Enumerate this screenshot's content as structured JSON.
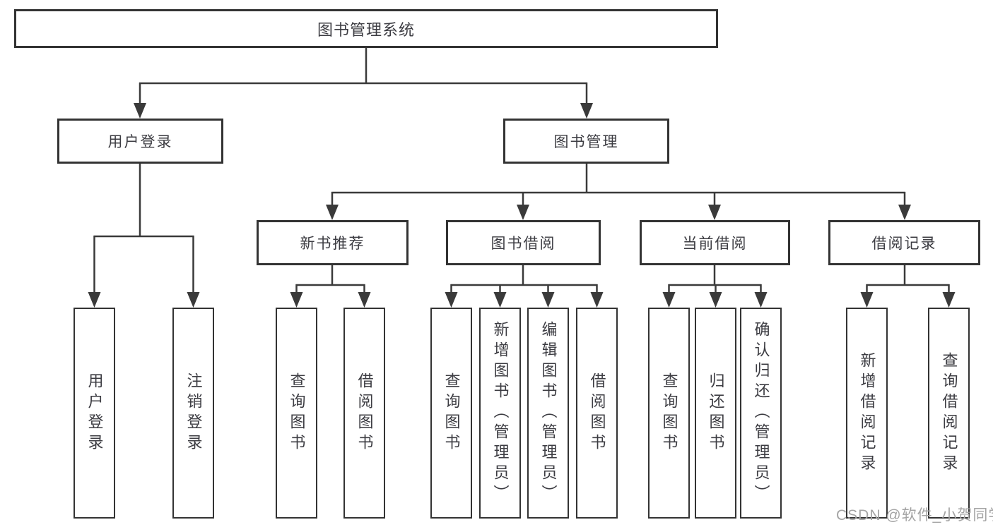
{
  "diagram_type": "hierarchy-tree",
  "tree": {
    "label": "图书管理系统",
    "children": [
      {
        "label": "用户登录",
        "children": [
          {
            "label": "用户登录"
          },
          {
            "label": "注销登录"
          }
        ]
      },
      {
        "label": "图书管理",
        "children": [
          {
            "label": "新书推荐",
            "children": [
              {
                "label": "查询图书"
              },
              {
                "label": "借阅图书"
              }
            ]
          },
          {
            "label": "图书借阅",
            "children": [
              {
                "label": "查询图书"
              },
              {
                "label": "新增图书（管理员）"
              },
              {
                "label": "编辑图书（管理员）"
              },
              {
                "label": "借阅图书"
              }
            ]
          },
          {
            "label": "当前借阅",
            "children": [
              {
                "label": "查询图书"
              },
              {
                "label": "归还图书"
              },
              {
                "label": "确认归还（管理员）"
              }
            ]
          },
          {
            "label": "借阅记录",
            "children": [
              {
                "label": "新增借阅记录"
              },
              {
                "label": "查询借阅记录"
              }
            ]
          }
        ]
      }
    ]
  },
  "watermark": "CSDN @软件_小贺同学",
  "colors": {
    "line": "#3a3a3a",
    "box_border": "#333333",
    "text": "#3c3c42",
    "watermark": "#a4a4a4",
    "background": "#ffffff"
  }
}
